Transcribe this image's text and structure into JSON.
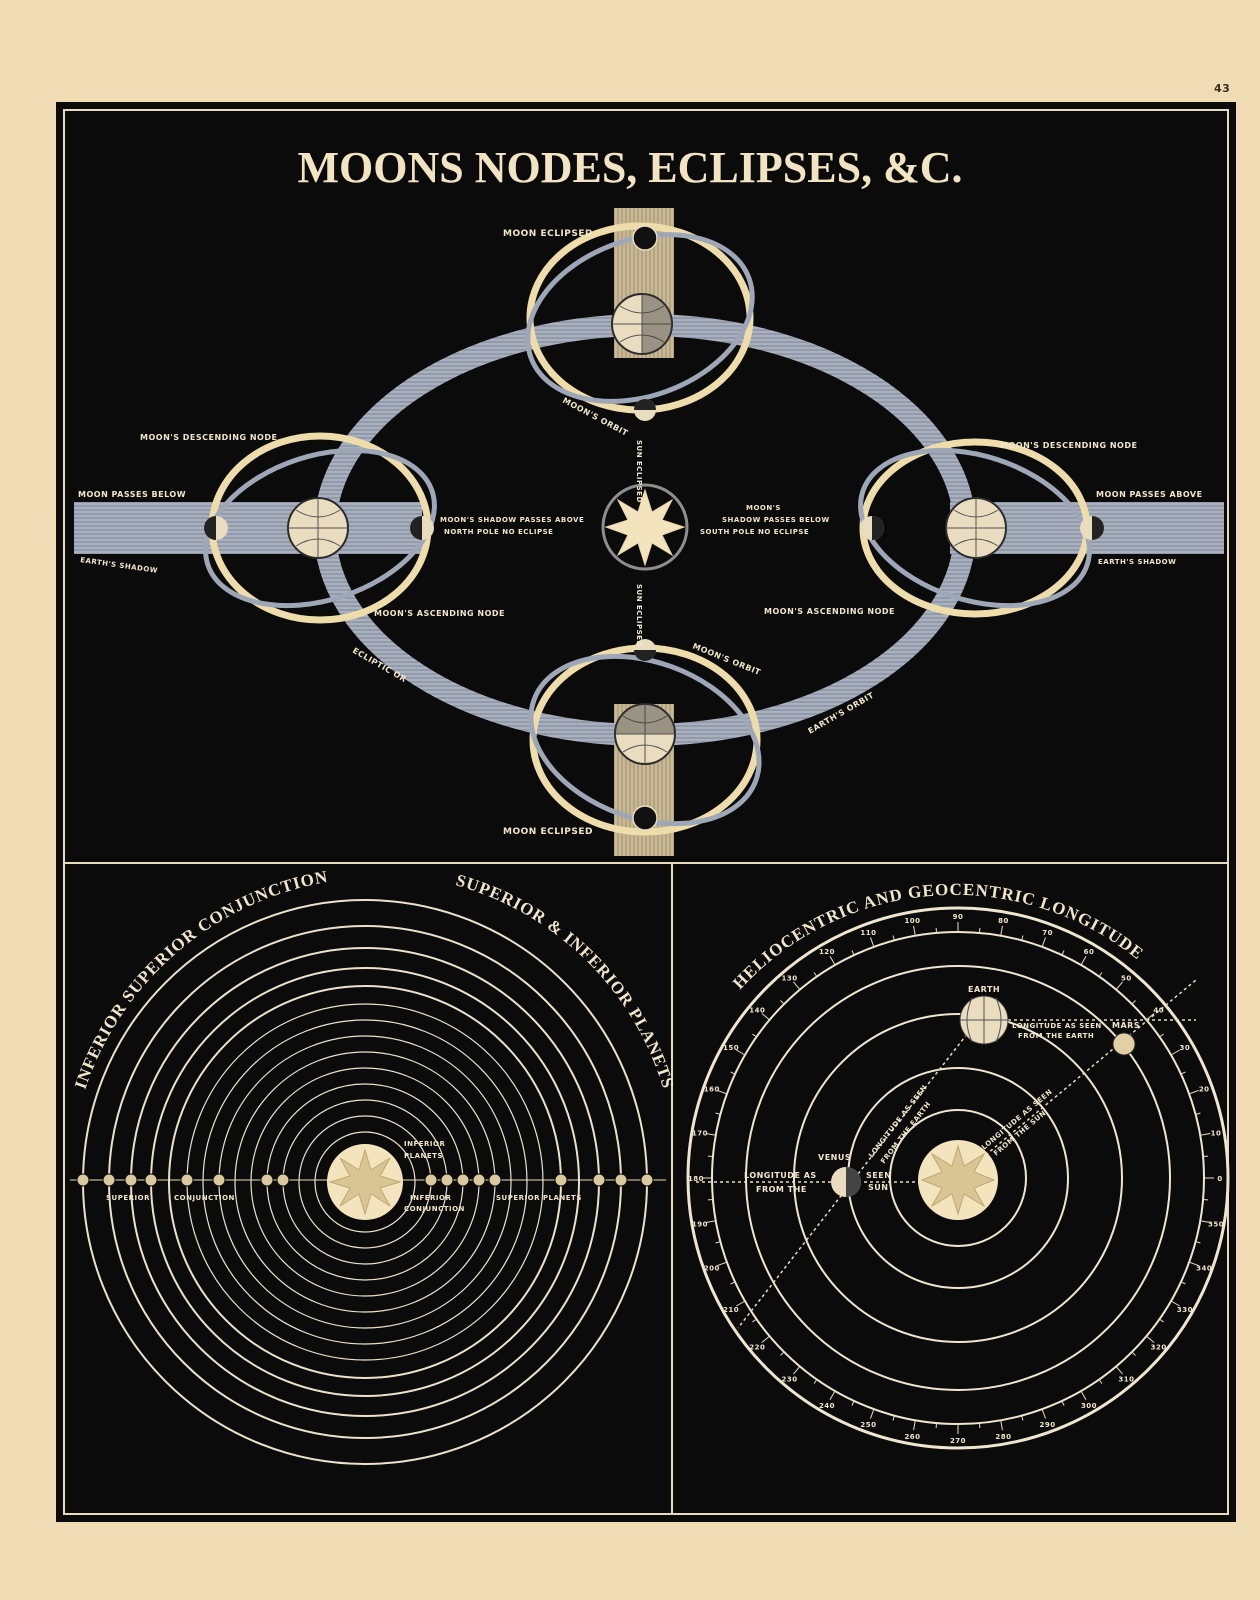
{
  "page_number": "43",
  "title": "MOONS NODES, ECLIPSES, &C.",
  "top_diagram": {
    "labels": {
      "moon_eclipsed_top": "MOON ECLIPSED",
      "moon_eclipsed_bottom": "MOON ECLIPSED",
      "moons_orbit_top": "MOON'S ORBIT",
      "moons_orbit_bottom": "MOON'S ORBIT",
      "sun_eclipsed_top": "SUN ECLIPSED",
      "sun_eclipsed_bottom": "SUN ECLIPSED",
      "desc_node_left": "MOON'S DESCENDING NODE",
      "desc_node_right": "MOON'S DESCENDING NODE",
      "passes_below": "MOON PASSES BELOW",
      "passes_above": "MOON PASSES ABOVE",
      "earths_shadow_left": "EARTH'S SHADOW",
      "earths_shadow_right": "EARTH'S SHADOW",
      "shadow_above_1": "MOON'S SHADOW PASSES ABOVE",
      "shadow_above_2": "NORTH POLE NO ECLIPSE",
      "shadow_below_1": "MOON'S",
      "shadow_below_2": "SHADOW PASSES BELOW",
      "shadow_below_3": "SOUTH POLE NO ECLIPSE",
      "asc_node_left": "MOON'S ASCENDING NODE",
      "asc_node_right": "MOON'S ASCENDING NODE",
      "ecliptic": "ECLIPTIC OR",
      "earths_orbit": "EARTH'S ORBIT"
    }
  },
  "left_diagram": {
    "arc_title_1": "INFERIOR SUPERIOR CONJUNCTION",
    "arc_title_2": "SUPERIOR & INFERIOR PLANETS",
    "labels": {
      "superior_conjunction_1": "SUPERIOR",
      "superior_conjunction_2": "CONJUNCTION",
      "inferior_planets_1": "INFERIOR",
      "inferior_planets_2": "PLANETS",
      "inferior_conjunction_1": "INFERIOR",
      "inferior_conjunction_2": "CONJUNCTION",
      "superior_planets": "SUPERIOR PLANETS"
    }
  },
  "right_diagram": {
    "arc_title": "HELIOCENTRIC AND GEOCENTRIC LONGITUDE",
    "labels": {
      "earth": "EARTH",
      "mars": "MARS",
      "venus": "VENUS",
      "long_seen_from_earth_top_1": "LONGITUDE AS SEEN",
      "long_seen_from_earth_top_2": "FROM THE EARTH",
      "long_seen_from_earth_mid_1": "LONGITUDE AS SEEN",
      "long_seen_from_earth_mid_2": "FROM THE EARTH",
      "long_seen_from_sun_1": "LONGITUDE AS SEEN",
      "long_seen_from_sun_2": "FROM THE SUN",
      "left_long_1": "LONGITUDE AS",
      "left_long_2": "FROM THE",
      "seen": "SEEN",
      "sun": "SUN"
    },
    "scale_numbers": [
      "0",
      "10",
      "20",
      "30",
      "40",
      "50",
      "60",
      "70",
      "80",
      "90",
      "100",
      "110",
      "120",
      "130",
      "140",
      "150",
      "160",
      "170",
      "180",
      "190",
      "200",
      "210",
      "220",
      "230",
      "240",
      "250",
      "260",
      "270",
      "280",
      "290",
      "300",
      "310",
      "320",
      "330",
      "340",
      "350"
    ]
  }
}
